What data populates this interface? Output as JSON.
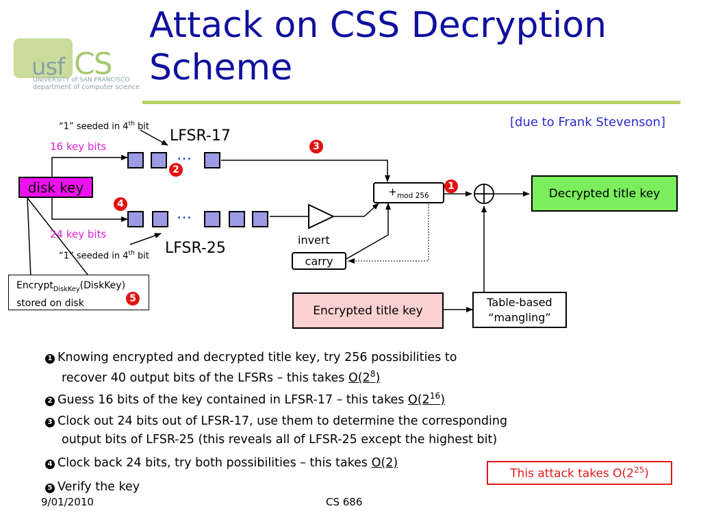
{
  "logo": {
    "usf": "usf",
    "cs": "CS",
    "line1": "UNIVERSITY of SAN FRANCISCO",
    "line2": "department of computer science"
  },
  "title_line1": "Attack on CSS Decryption",
  "title_line2": "Scheme",
  "credit": "[due to Frank Stevenson]",
  "diagram": {
    "seed_note_text": "“1” seeded in 4",
    "seed_note_sup": "th",
    "seed_note_tail": " bit",
    "key_bits_16": "16 key bits",
    "key_bits_24": "24 key bits",
    "disk_key": "disk key",
    "lfsr17": "LFSR-17",
    "lfsr25": "LFSR-25",
    "ellipsis": "…",
    "adder_plus": "+",
    "adder_sub": "mod 256",
    "invert": "invert",
    "carry": "carry",
    "decrypted": "Decrypted title key",
    "encrypted": "Encrypted title key",
    "mangle1": "Table-based",
    "mangle2": "“mangling”",
    "stored_pre": "Encrypt",
    "stored_sub": "DiskKey",
    "stored_post": "(DiskKey)",
    "stored_line2": "stored on disk",
    "step_numbers": [
      "1",
      "2",
      "3",
      "4",
      "5"
    ]
  },
  "steps": {
    "s1_l1": "Knowing encrypted and decrypted title key, try 256 possibilities to",
    "s1_l2": "recover 40 output bits of the LFSRs – this takes ",
    "s1_o": "O(2",
    "s1_e": "8",
    "s1_c": ")",
    "s2": "Guess 16 bits of the key contained in LFSR-17 – this takes ",
    "s2_o": "O(2",
    "s2_e": "16",
    "s2_c": ")",
    "s3_l1": "Clock out 24 bits out of LFSR-17, use them to determine the corresponding",
    "s3_l2": "output bits of LFSR-25 (this reveals all of LFSR-25 except the highest bit)",
    "s4": "Clock back 24 bits, try both possibilities – this takes ",
    "s4_o": "O(2)",
    "s5": "Verify the key"
  },
  "callout": {
    "text": "This attack takes O(2",
    "exp": "25",
    "close": ")"
  },
  "footer": {
    "date": "9/01/2010",
    "course": "CS 686"
  }
}
